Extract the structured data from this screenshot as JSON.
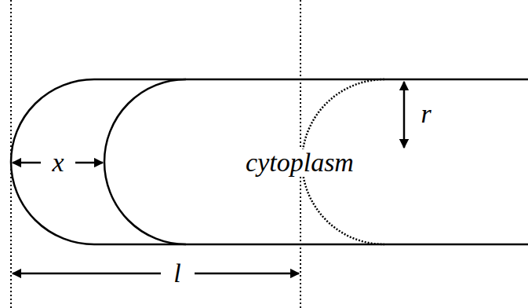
{
  "diagram": {
    "labels": [
      "x",
      "cytoplasm",
      "r",
      "l"
    ]
  }
}
